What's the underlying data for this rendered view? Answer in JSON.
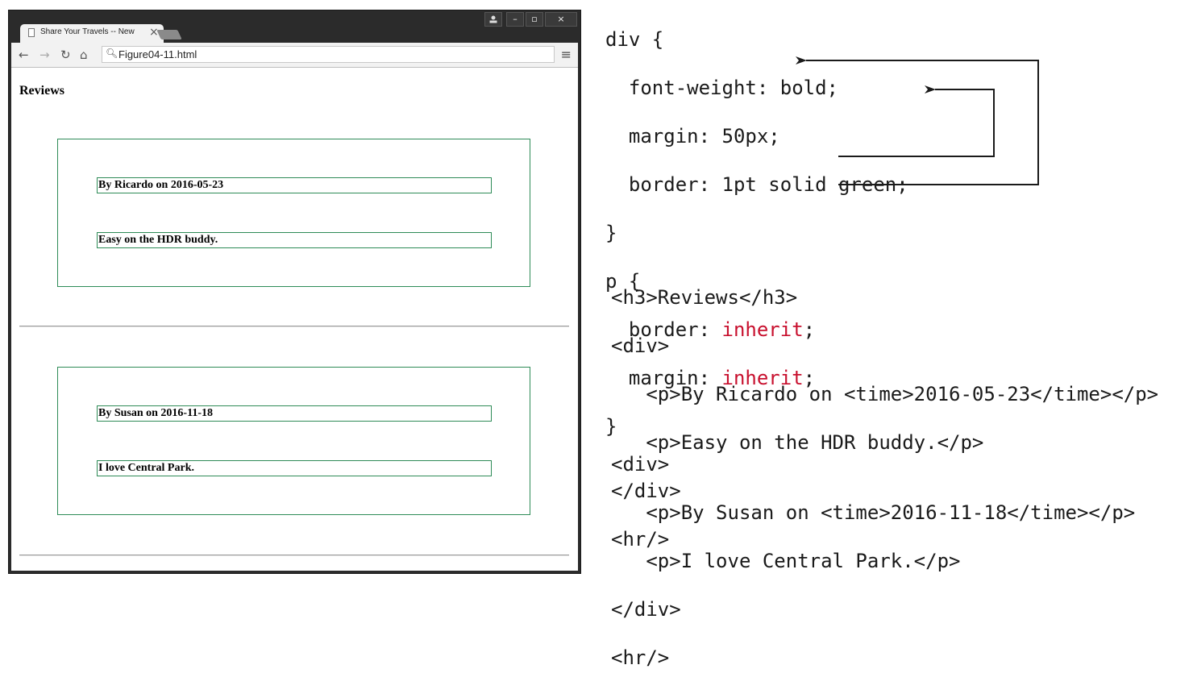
{
  "browser": {
    "tab_title": "Share Your Travels -- New",
    "tab_close": "×",
    "url": "Figure04-11.html",
    "window_controls": [
      "",
      "–",
      "▫",
      "×"
    ],
    "nav_icons": [
      "back-arrow-icon",
      "forward-arrow-icon",
      "reload-icon",
      "home-icon",
      "search-icon",
      "menu-icon"
    ]
  },
  "page": {
    "heading": "Reviews",
    "reviews": [
      {
        "byline": "By Ricardo on 2016-05-23",
        "text": "Easy on the HDR buddy."
      },
      {
        "byline": "By Susan on 2016-11-18",
        "text": "I love Central Park."
      }
    ]
  },
  "css_code": {
    "lines": [
      {
        "text": "div {"
      },
      {
        "text": "  font-weight: bold;"
      },
      {
        "text": "  margin: 50px;"
      },
      {
        "text": "  border: 1pt solid green;"
      },
      {
        "text": "}"
      },
      {
        "text": "p {"
      },
      {
        "prefix": "  border: ",
        "value": "inherit",
        "suffix": ";"
      },
      {
        "prefix": "  margin: ",
        "value": "inherit",
        "suffix": ";"
      },
      {
        "text": "}"
      }
    ],
    "value_color": "#c8102e"
  },
  "html_code": {
    "block1": [
      "<h3>Reviews</h3>",
      "<div>",
      "   <p>By Ricardo on <time>2016-05-23</time></p>",
      "   <p>Easy on the HDR buddy.</p>",
      "</div>",
      "<hr/>"
    ],
    "block2": [
      "<div>",
      "   <p>By Susan on <time>2016-11-18</time></p>",
      "   <p>I love Central Park.</p>",
      "</div>",
      "<hr/>"
    ]
  },
  "colors": {
    "border_green": "#2e8b57",
    "arrow": "#1a1a1a"
  }
}
